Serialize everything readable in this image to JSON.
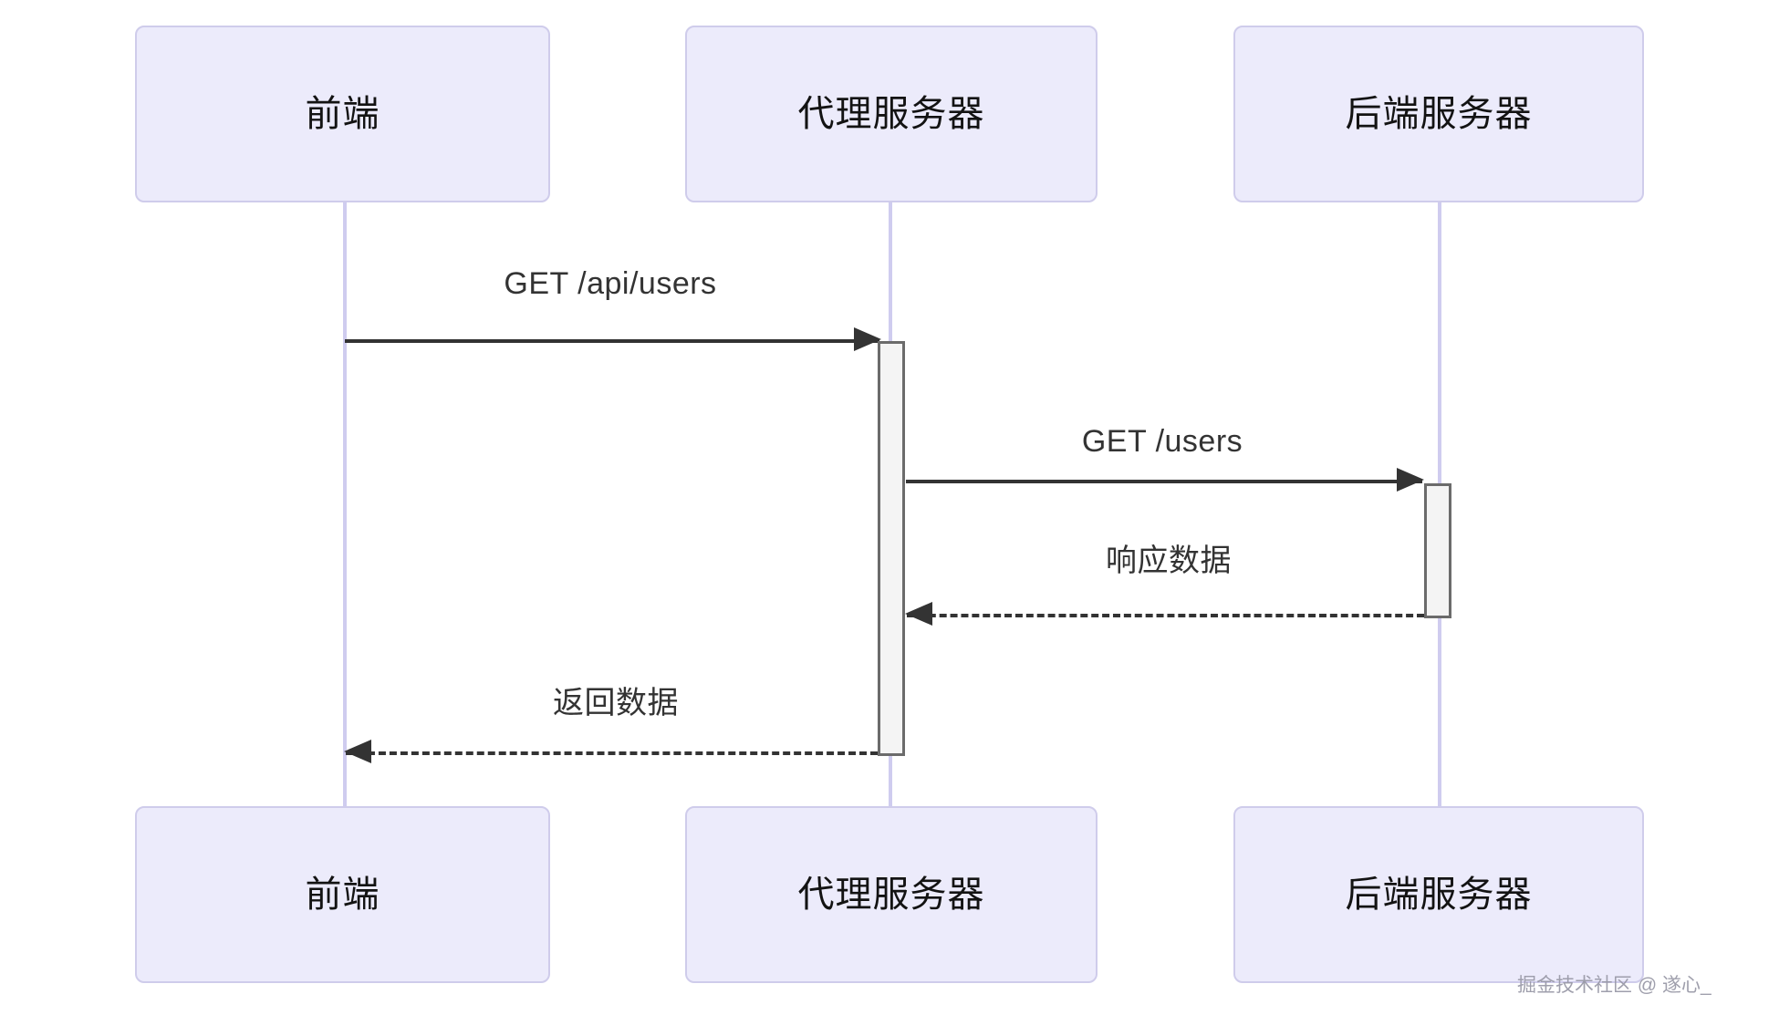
{
  "diagram": {
    "type": "sequence-diagram",
    "background_color": "#ffffff",
    "participant_fill": "#ECEBFB",
    "participant_border": "#CFCCEB",
    "lifeline_color": "#CFCCEF",
    "message_color": "#333333",
    "activation_fill": "#F4F4F4",
    "activation_border": "#6B6B6B"
  },
  "participants": [
    {
      "id": "frontend",
      "label": "前端"
    },
    {
      "id": "proxy",
      "label": "代理服务器"
    },
    {
      "id": "backend",
      "label": "后端服务器"
    }
  ],
  "participants_bottom": [
    {
      "id": "frontend-bottom",
      "label": "前端"
    },
    {
      "id": "proxy-bottom",
      "label": "代理服务器"
    },
    {
      "id": "backend-bottom",
      "label": "后端服务器"
    }
  ],
  "messages": [
    {
      "id": "msg-1",
      "label": "GET /api/users",
      "from": "frontend",
      "to": "proxy",
      "style": "solid",
      "direction": "right"
    },
    {
      "id": "msg-2",
      "label": "GET /users",
      "from": "proxy",
      "to": "backend",
      "style": "solid",
      "direction": "right"
    },
    {
      "id": "msg-3",
      "label": "响应数据",
      "from": "backend",
      "to": "proxy",
      "style": "dashed",
      "direction": "left"
    },
    {
      "id": "msg-4",
      "label": "返回数据",
      "from": "proxy",
      "to": "frontend",
      "style": "dashed",
      "direction": "left"
    }
  ],
  "activations": [
    {
      "id": "activation-proxy",
      "participant": "proxy"
    },
    {
      "id": "activation-backend",
      "participant": "backend"
    }
  ],
  "watermark": {
    "text": "掘金技术社区 @ 遂心_"
  }
}
